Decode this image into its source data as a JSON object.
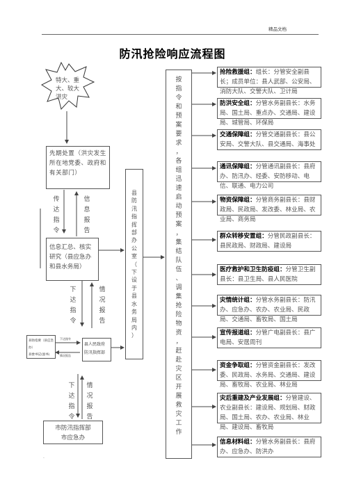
{
  "header": {
    "tag": "精品文档",
    "title": "防汛抢险响应流程图"
  },
  "left_flow": {
    "star_text": "特大、重大、较大洪灾",
    "first_box": "先期处置（洪灾发生所在地党委、政府和有关部门）",
    "pair1": {
      "down": "传\n达\n指\n令",
      "up": "信\n息\n报\n告"
    },
    "info_box": "信息汇总、核实研究（县应急办和县水务局）",
    "pair2": {
      "down": "下\n达\n指\n令",
      "up": "情\n况\n报\n告"
    },
    "mini_left": "县防指要（县应急办）",
    "mini_left_line2": "县委书记(副书)",
    "mini_arrow_top": "下达指令",
    "mini_arrow_bot": "情况报告",
    "gov_box": "县人民政府\n防汛指挥部",
    "pair3": {
      "down": "下\n达\n指\n令",
      "up": "情\n况\n报\n告"
    },
    "city_box": "市防汛指挥部\n市应急办"
  },
  "hq_column": "县\n防\n汛\n指\n挥\n部\n办\n公\n室\n（\n下\n设\n于\n县\n水\n务\n局\n内\n）",
  "order_column": "按\n指\n令\n和\n预\n案\n要\n求\n，\n各\n组\n迅\n速\n启\n动\n预\n案\n，\n集\n结\n队\n伍\n、\n调\n集\n抢\n险\n物\n资\n，\n赶\n赴\n灾\n区\n开\n展\n救\n灾\n工\n作",
  "groups": [
    {
      "name": "抢险救援组：",
      "desc": "组长：分管安全副县长；成员单位：县人武部、公安局、消防大队、交警大队、卫计局"
    },
    {
      "name": "防洪安全组：",
      "desc": "分管水务副县长：水务局、国土局、重点办、交通局、建设局、城管局、环保局"
    },
    {
      "name": "交通保障组：",
      "desc": "分管交通副县长：县公安局、交警大队、县交通局、海事处"
    },
    {
      "name": "通讯保障组：",
      "desc": "分管通讯副县长：县府办、防汛办、经委、安防移动、电信、联通、电力公司"
    },
    {
      "name": "物资保障组：",
      "desc": "分管商务副县长：县财政局、民政局、发改委、林业局、农业局、商务局"
    },
    {
      "name": "群众转移安置组：",
      "desc": "分管民政副县长：县民政局、财政局、建设局"
    },
    {
      "name": "医疗救护和卫生防疫组：",
      "desc": "分管卫生副县长：县卫生局、县人民医院"
    },
    {
      "name": "灾情统计组：",
      "desc": "分管水务副县长：防汛办、应急办、农办、农业局、民政局、交通局、畜牧局、国土局"
    },
    {
      "name": "宣传报道组：",
      "desc": "分管广电副县长：县广电局、安居周刊"
    },
    {
      "name": "资金争取组：",
      "desc": "分管资金副县长：发改委、民政局、水务局、交通局、建设局、畜牧局、农业局、林业局"
    },
    {
      "name": "灾后重建及产业发展组：",
      "desc": "分管建设、农业副县长：建设局、规划局、财政局、国土局、农办、农业局、林业局、建设局、畜牧局"
    },
    {
      "name": "信息材料组：",
      "desc": "分管水务副县长：县府办、应急办、防洪办"
    }
  ],
  "footer_mark": "."
}
